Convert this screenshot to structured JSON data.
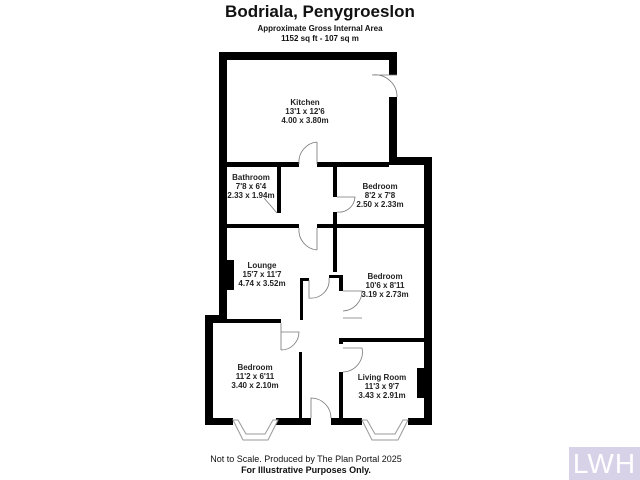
{
  "header": {
    "title": "Bodriala, Penygroeslon",
    "subtitle": "Approximate Gross Internal Area",
    "area": "1152 sq ft - 107 sq m"
  },
  "rooms": [
    {
      "name": "Kitchen",
      "imperial": "13'1 x 12'6",
      "metric": "4.00 x 3.80m"
    },
    {
      "name": "Bathroom",
      "imperial": "7'8 x 6'4",
      "metric": "2.33 x 1.94m"
    },
    {
      "name": "Bedroom",
      "imperial": "8'2 x 7'8",
      "metric": "2.50 x 2.33m"
    },
    {
      "name": "Lounge",
      "imperial": "15'7 x 11'7",
      "metric": "4.74 x 3.52m"
    },
    {
      "name": "Bedroom",
      "imperial": "10'6 x 8'11",
      "metric": "3.19 x 2.73m"
    },
    {
      "name": "Bedroom",
      "imperial": "11'2 x 6'11",
      "metric": "3.40 x 2.10m"
    },
    {
      "name": "Living Room",
      "imperial": "11'3 x 9'7",
      "metric": "3.43 x 2.91m"
    }
  ],
  "footer": {
    "line1": "Not to Scale. Produced by The Plan Portal 2025",
    "line2": "For Illustrative Purposes Only."
  },
  "logo": {
    "text": "LWH",
    "color": "#d8d2e8"
  },
  "colors": {
    "wall": "#000000",
    "door": "#777777"
  }
}
